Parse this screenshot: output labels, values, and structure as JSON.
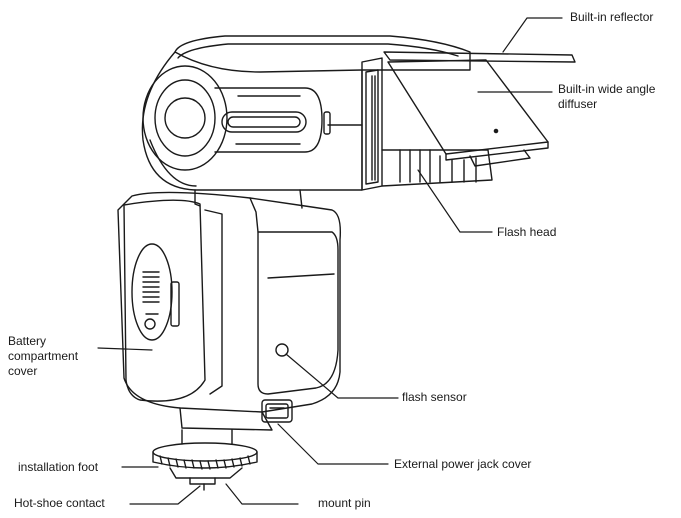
{
  "labels": {
    "built_in_reflector": "Built-in reflector",
    "wide_angle_diffuser": "Built-in wide angle diffuser",
    "flash_head": "Flash head",
    "battery_cover": "Battery compartment cover",
    "flash_sensor": "flash sensor",
    "power_jack_cover": "External power jack cover",
    "installation_foot": "installation foot",
    "hot_shoe_contact": "Hot-shoe contact",
    "mount_pin": "mount pin"
  },
  "colors": {
    "line": "#1a1a1a",
    "background": "#ffffff"
  }
}
